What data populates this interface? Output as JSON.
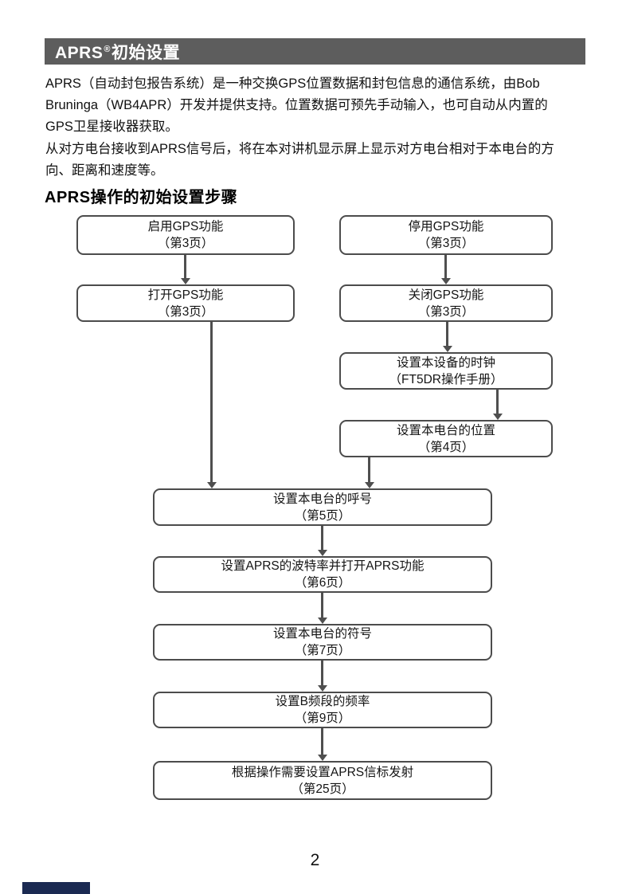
{
  "header": {
    "title_main": "APRS",
    "title_reg": "®",
    "title_rest": "初始设置"
  },
  "intro": {
    "paragraph1_lines": [
      "APRS（自动封包报告系统）是一种交换GPS位置数据和封包信息的通信系统，由Bob",
      "Bruninga（WB4APR）开发并提供支持。位置数据可预先手动输入，也可自动从内置的",
      "GPS卫星接收器获取。"
    ],
    "paragraph2_lines": [
      "从对方电台接收到APRS信号后，将在本对讲机显示屏上显示对方电台相对于本电台的方",
      "向、距离和速度等。"
    ]
  },
  "section": {
    "heading": "APRS操作的初始设置步骤"
  },
  "flowchart": {
    "boxes": [
      {
        "line1": "启用GPS功能",
        "line2": "（第3页）"
      },
      {
        "line1": "停用GPS功能",
        "line2": "（第3页）"
      },
      {
        "line1": "打开GPS功能",
        "line2": "（第3页）"
      },
      {
        "line1": "关闭GPS功能",
        "line2": "（第3页）"
      },
      {
        "line1": "设置本设备的时钟",
        "line2": "（FT5DR操作手册）"
      },
      {
        "line1": "设置本电台的位置",
        "line2": "（第4页）"
      },
      {
        "line1": "设置本电台的呼号",
        "line2": "（第5页）"
      },
      {
        "line1": "设置APRS的波特率并打开APRS功能",
        "line2": "（第6页）"
      },
      {
        "line1": "设置本电台的符号",
        "line2": "（第7页）"
      },
      {
        "line1": "设置B频段的频率",
        "line2": "（第9页）"
      },
      {
        "line1": "根据操作需要设置APRS信标发射",
        "line2": "（第25页）"
      }
    ]
  },
  "footer": {
    "page_number": "2"
  },
  "colors": {
    "header_bg": "#5d5d5d",
    "header_text": "#ffffff",
    "box_border": "#4c4c4c",
    "arrow": "#4f4f4f",
    "footer_accent": "#1b2a52"
  }
}
